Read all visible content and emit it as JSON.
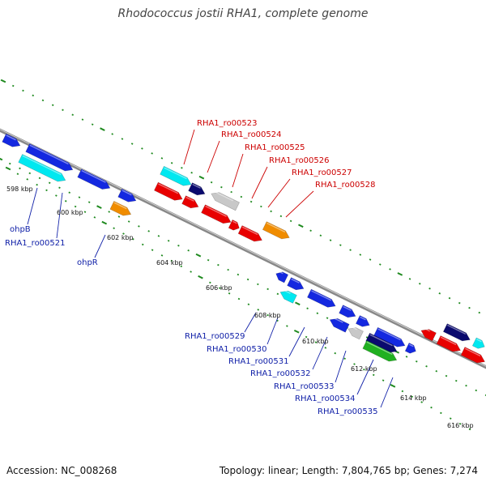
{
  "title": "Rhodococcus jostii RHA1, complete genome",
  "footer": {
    "accession": "Accession: NC_008268",
    "summary": "Topology: linear; Length: 7,804,765 bp; Genes: 7,274"
  },
  "colors": {
    "blue": "#1428e0",
    "navy": "#0a0a6e",
    "cyan": "#00e8f0",
    "red": "#e80000",
    "orange": "#f08c00",
    "gray": "#c8c8c8",
    "green": "#20b020",
    "backbone": "#7a7a7a",
    "tick": "#1f8a1f",
    "locus_red": "#cc0000",
    "locus_blue": "#1020a8"
  },
  "ruler": [
    {
      "label": "598 kbp"
    },
    {
      "label": "600 kbp"
    },
    {
      "label": "602 kbp"
    },
    {
      "label": "604 kbp"
    },
    {
      "label": "606 kbp"
    },
    {
      "label": "608 kbp"
    },
    {
      "label": "610 kbp"
    },
    {
      "label": "612 kbp"
    },
    {
      "label": "614 kbp"
    },
    {
      "label": "616 kbp"
    }
  ],
  "top_labels": [
    "RHA1_ro00523",
    "RHA1_ro00524",
    "RHA1_ro00525",
    "RHA1_ro00526",
    "RHA1_ro00527",
    "RHA1_ro00528"
  ],
  "bottom_labels": [
    "RHA1_ro00529",
    "RHA1_ro00530",
    "RHA1_ro00531",
    "RHA1_ro00532",
    "RHA1_ro00533",
    "RHA1_ro00534",
    "RHA1_ro00535"
  ],
  "left_labels": [
    "ohpB",
    "RHA1_ro00521",
    "ohpR"
  ]
}
